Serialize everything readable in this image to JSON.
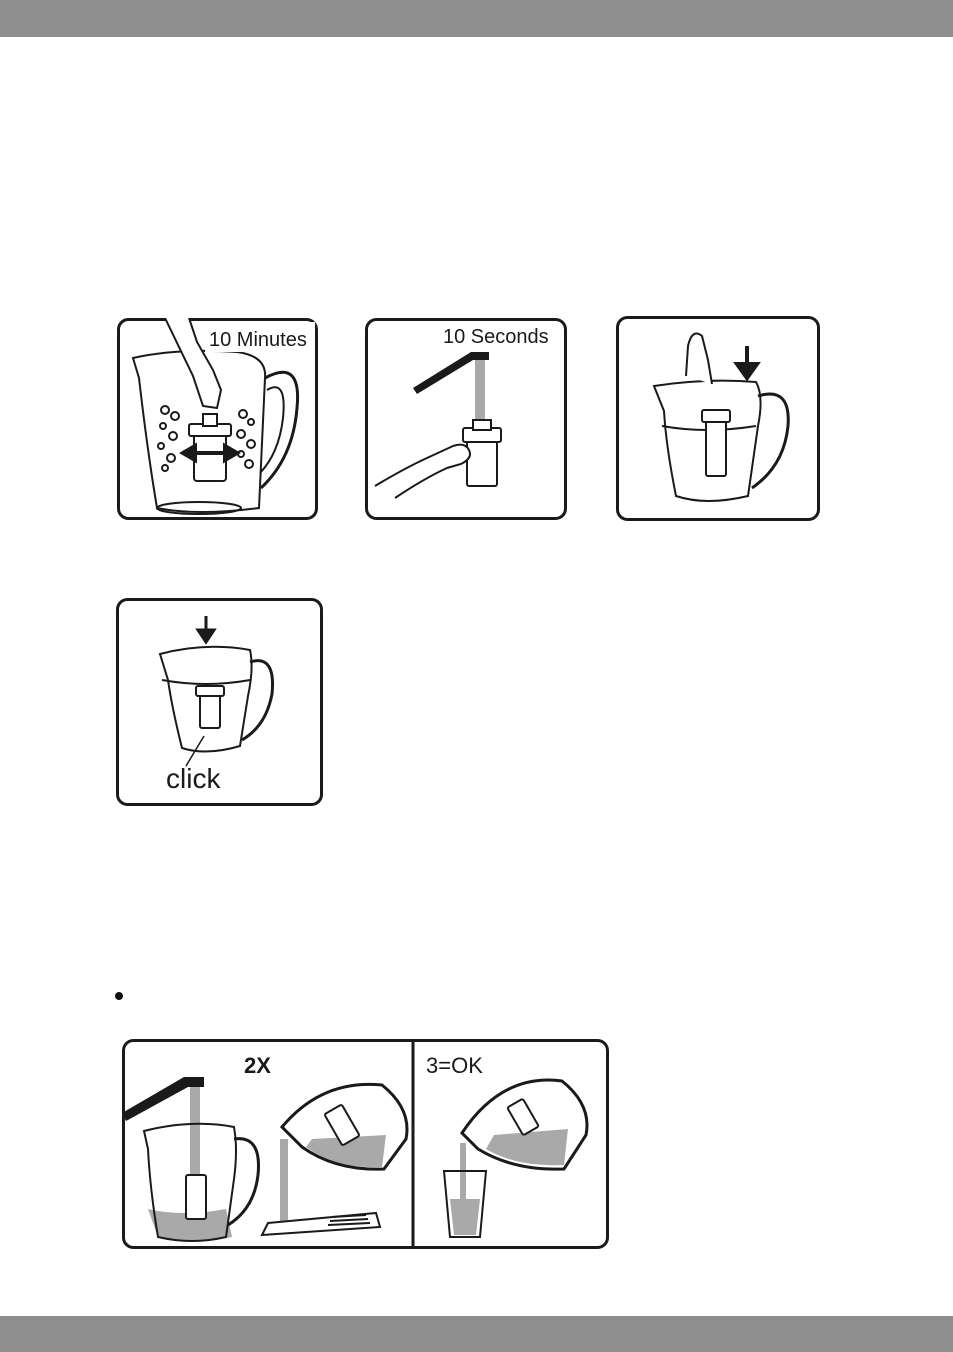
{
  "steps": {
    "soak_label": "10 Minutes",
    "rinse_label": "10 Seconds",
    "click_label": "click"
  },
  "flush": {
    "discard_label": "2X",
    "ok_label": "3=OK"
  },
  "colors": {
    "bar": "#8e8e8e",
    "ink": "#1a1a1a",
    "water": "#a9a9a9"
  }
}
